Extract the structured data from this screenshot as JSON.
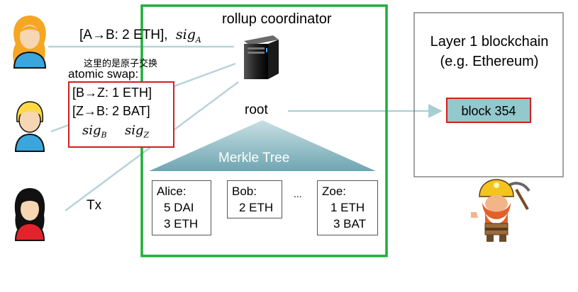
{
  "coordinator": {
    "title": "rollup coordinator",
    "root_label": "root",
    "tree_label": "Merkle Tree"
  },
  "tx_alice": {
    "text": "[A→B:  2 ETH],",
    "sig_base": "sig",
    "sig_sub": "A"
  },
  "atomic_swap": {
    "chinese_note": "这里的是原子交换",
    "title": "atomic swap:",
    "line1": "[B→Z:  1 ETH]",
    "line2": "[Z→B:  2 BAT]",
    "sig1_base": "sig",
    "sig1_sub": "B",
    "sig2_base": "sig",
    "sig2_sub": "Z"
  },
  "tx_label": "Tx",
  "accounts": [
    {
      "name": "Alice:",
      "line1": "5 DAI",
      "line2": "3 ETH"
    },
    {
      "name": "Bob:",
      "line1": "2 ETH",
      "line2": ""
    },
    {
      "name": "Zoe:",
      "line1": "1 ETH",
      "line2": "3 BAT"
    }
  ],
  "ellipsis": "...",
  "layer1": {
    "title_line1": "Layer 1 blockchain",
    "title_line2": "(e.g. Ethereum)",
    "block_label": "block  354"
  },
  "colors": {
    "green_border": "#1fae3a",
    "red_border": "#d21f1f",
    "block_fill": "#93c8cd",
    "tree_fill": "#7fb0bb",
    "arrow": "#a6cfd4"
  }
}
